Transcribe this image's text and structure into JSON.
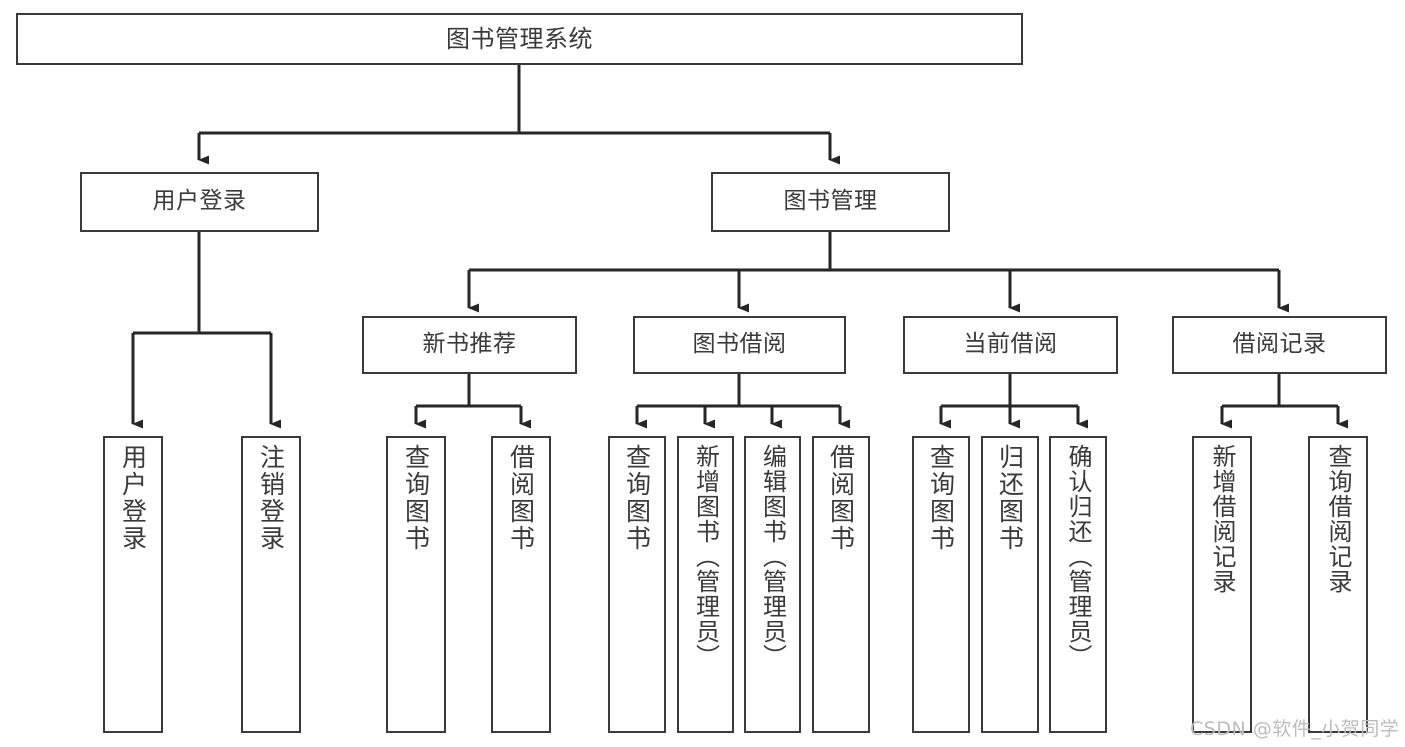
{
  "diagram": {
    "title": "图书管理系统",
    "root": {
      "label": "图书管理系统"
    },
    "level1": [
      {
        "label": "用户登录"
      },
      {
        "label": "图书管理"
      }
    ],
    "level2": [
      {
        "label": "新书推荐"
      },
      {
        "label": "图书借阅"
      },
      {
        "label": "当前借阅"
      },
      {
        "label": "借阅记录"
      }
    ],
    "leaves": {
      "user_login": [
        {
          "label": "用户登录"
        },
        {
          "label": "注销登录"
        }
      ],
      "new_book": [
        {
          "label": "查询图书"
        },
        {
          "label": "借阅图书"
        }
      ],
      "borrow_book": [
        {
          "label": "查询图书"
        },
        {
          "label": "新增图书（管理员）"
        },
        {
          "label": "编辑图书（管理员）"
        },
        {
          "label": "借阅图书"
        }
      ],
      "current_borrow": [
        {
          "label": "查询图书"
        },
        {
          "label": "归还图书"
        },
        {
          "label": "确认归还（管理员）"
        }
      ],
      "borrow_record": [
        {
          "label": "新增借阅记录"
        },
        {
          "label": "查询借阅记录"
        }
      ]
    }
  },
  "watermark": {
    "text": "CSDN @软件_小贺同学"
  },
  "colors": {
    "stroke": "#3a3a3a",
    "text": "#3a3a3a",
    "background": "#ffffff",
    "watermark": "#bdbdbd"
  }
}
